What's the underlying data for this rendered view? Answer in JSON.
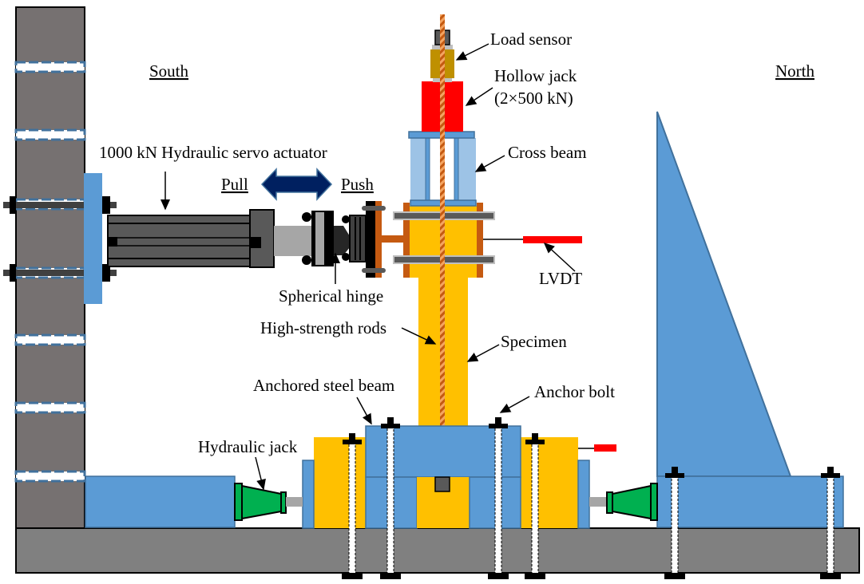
{
  "title": "Test setup schematic",
  "directions": {
    "south": "South",
    "north": "North"
  },
  "actions": {
    "pull": "Pull",
    "push": "Push"
  },
  "labels": {
    "load_sensor": "Load sensor",
    "hollow_jack_line1": "Hollow jack",
    "hollow_jack_line2": "(2×500 kN)",
    "cross_beam": "Cross beam",
    "actuator": "1000 kN Hydraulic servo actuator",
    "lvdt": "LVDT",
    "spherical_hinge": "Spherical hinge",
    "rods": "High-strength rods",
    "specimen": "Specimen",
    "anchored_beam": "Anchored steel beam",
    "anchor_bolt": "Anchor bolt",
    "hydraulic_jack": "Hydraulic jack"
  },
  "colors": {
    "wall": "#767171",
    "floor": "#808080",
    "steel_blue": "#5B9BD5",
    "steel_blue_edge": "#41719C",
    "light_blue": "#9DC3E6",
    "specimen": "#FFC000",
    "rod": "#C55A11",
    "jack_red": "#FF0000",
    "sensor": "#BF9000",
    "jack_green": "#00B050",
    "actuator": "#595959",
    "arrow_navy": "#002060"
  }
}
